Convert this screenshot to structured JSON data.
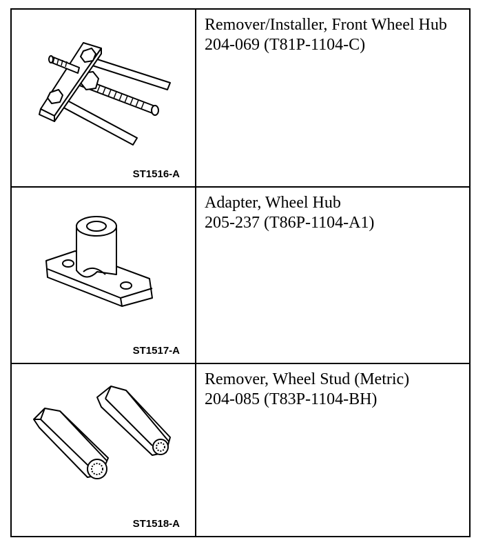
{
  "tools": [
    {
      "description": "Remover/Installer, Front Wheel Hub",
      "part_number": "204-069 (T81P-1104-C)",
      "figure_label": "ST1516-A",
      "illustration": "hub-puller-icon"
    },
    {
      "description": "Adapter, Wheel Hub",
      "part_number": "205-237 (T86P-1104-A1)",
      "figure_label": "ST1517-A",
      "illustration": "hub-adapter-icon"
    },
    {
      "description": "Remover, Wheel Stud (Metric)",
      "part_number": "204-085 (T83P-1104-BH)",
      "figure_label": "ST1518-A",
      "illustration": "stud-remover-nuts-icon"
    }
  ]
}
